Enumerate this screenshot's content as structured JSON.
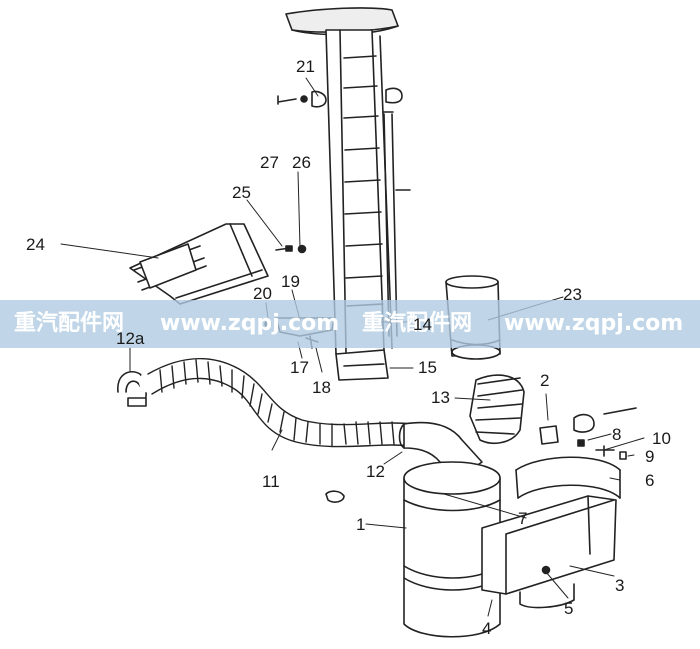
{
  "diagram": {
    "part_labels": [
      "21",
      "27",
      "26",
      "25",
      "24",
      "20",
      "19",
      "14",
      "12a",
      "17",
      "18",
      "15",
      "23",
      "13",
      "2",
      "8",
      "10",
      "9",
      "11",
      "12",
      "6",
      "1",
      "7",
      "3",
      "5",
      "4"
    ]
  },
  "watermark": {
    "items": [
      "重汽配件网",
      "www.zqpj.com",
      "重汽配件网",
      "www.zqpj.com"
    ],
    "band_color": "#b0cce2"
  }
}
